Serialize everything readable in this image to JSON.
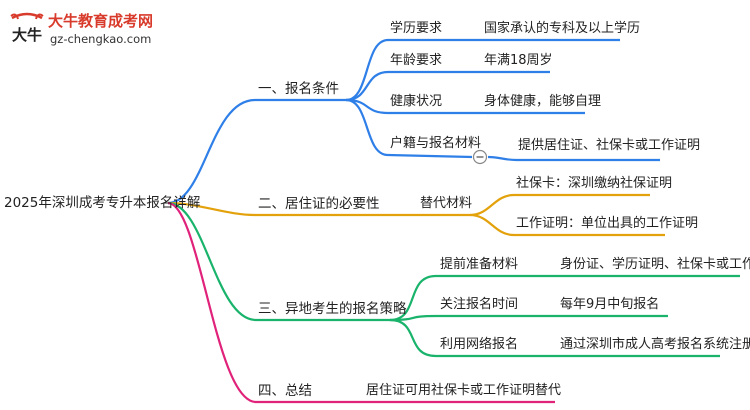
{
  "logo": {
    "title": "大牛教育成考网",
    "url": "gz-chengkao.com",
    "mark_text": "大牛"
  },
  "colors": {
    "branch1": "#2f7fe8",
    "branch2": "#e3a20c",
    "branch3": "#19b36b",
    "branch4": "#e0227a",
    "logo_red": "#d83b2b"
  },
  "root": "2025年深圳成考专升本报名详解",
  "branches": [
    {
      "label": "一、报名条件",
      "items": [
        {
          "key": "学历要求",
          "value": "国家承认的专科及以上学历"
        },
        {
          "key": "年龄要求",
          "value": "年满18周岁"
        },
        {
          "key": "健康状况",
          "value": "身体健康，能够自理"
        },
        {
          "key": "户籍与报名材料",
          "value": "提供居住证、社保卡或工作证明"
        }
      ]
    },
    {
      "label": "二、居住证的必要性",
      "sub": "替代材料",
      "items": [
        {
          "value": "社保卡：深圳缴纳社保证明"
        },
        {
          "value": "工作证明：单位出具的工作证明"
        }
      ]
    },
    {
      "label": "三、异地考生的报名策略",
      "items": [
        {
          "key": "提前准备材料",
          "value": "身份证、学历证明、社保卡或工作证明"
        },
        {
          "key": "关注报名时间",
          "value": "每年9月中旬报名"
        },
        {
          "key": "利用网络报名",
          "value": "通过深圳市成人高考报名系统注册"
        }
      ]
    },
    {
      "label": "四、总结",
      "sub": "居住证可用社保卡或工作证明替代"
    }
  ]
}
